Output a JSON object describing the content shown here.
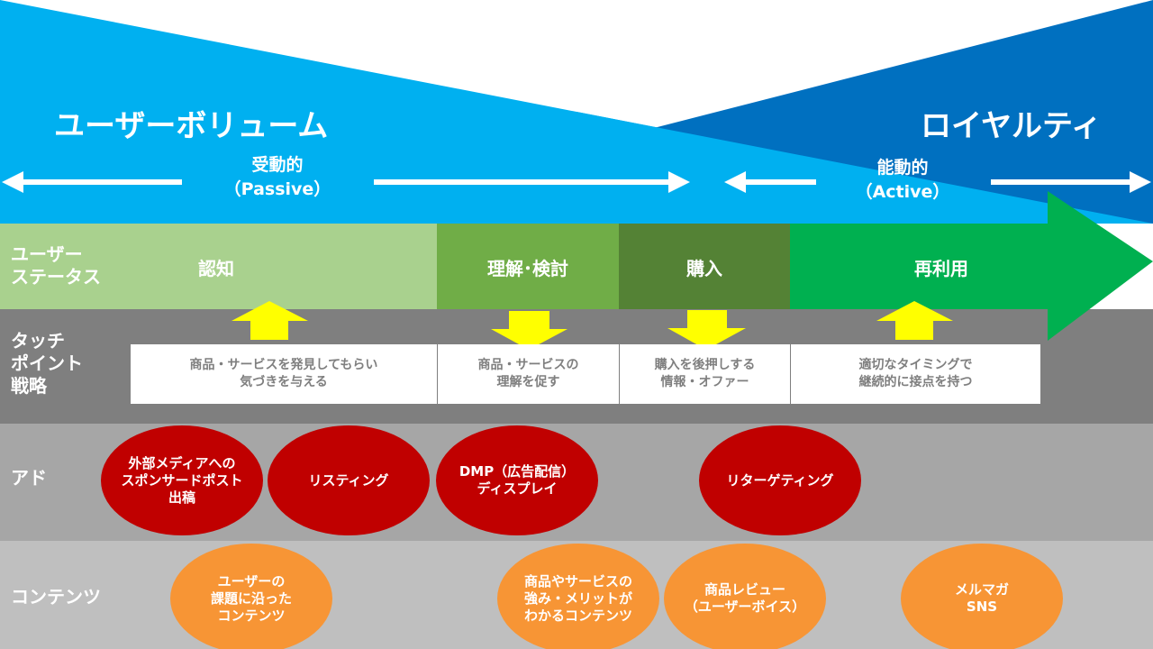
{
  "header": {
    "left_title": "ユーザーボリューム",
    "right_title": "ロイヤルティ",
    "passive_line1": "受動的",
    "passive_line2": "（Passive）",
    "active_line1": "能動的",
    "active_line2": "（Active）"
  },
  "rows": {
    "status_line1": "ユーザー",
    "status_line2": "ステータス",
    "touch_line1": "タッチ",
    "touch_line2": "ポイント",
    "touch_line3": "戦略",
    "ad": "アド",
    "contents": "コンテンツ"
  },
  "stages": [
    {
      "label": "認知"
    },
    {
      "label": "理解･検討"
    },
    {
      "label": "購入"
    },
    {
      "label": "再利用"
    }
  ],
  "strategies": [
    {
      "line1": "商品・サービスを発見してもらい",
      "line2": "気づきを与える"
    },
    {
      "line1": "商品・サービスの",
      "line2": "理解を促す"
    },
    {
      "line1": "購入を後押しする",
      "line2": "情報・オファー"
    },
    {
      "line1": "適切なタイミングで",
      "line2": "継続的に接点を持つ"
    }
  ],
  "ads": [
    {
      "line1": "外部メディアへの",
      "line2": "スポンサードポスト",
      "line3": "出稿"
    },
    {
      "line1": "リスティング"
    },
    {
      "line1": "DMP（広告配信）",
      "line2": "ディスプレイ"
    },
    {
      "line1": "リターゲティング"
    }
  ],
  "contents": [
    {
      "line1": "ユーザーの",
      "line2": "課題に沿った",
      "line3": "コンテンツ"
    },
    {
      "line1": "商品やサービスの",
      "line2": "強み・メリットが",
      "line3": "わかるコンテンツ"
    },
    {
      "line1": "商品レビュー",
      "line2": "（ユーザーボイス）"
    },
    {
      "line1": "メルマガ",
      "line2": "SNS"
    }
  ],
  "colors": {
    "volume_blue": "#00b0f0",
    "loyalty_blue": "#0070c0",
    "stage1": "#a9d18e",
    "stage2": "#70ad47",
    "stage3": "#548235",
    "stage4": "#00b050",
    "touch_band": "#7f7f7f",
    "ad_band": "#a6a6a6",
    "contents_band": "#bfbfbf",
    "arrow_yellow": "#ffff00",
    "ad_ellipse": "#c00000",
    "content_ellipse": "#f79535"
  }
}
